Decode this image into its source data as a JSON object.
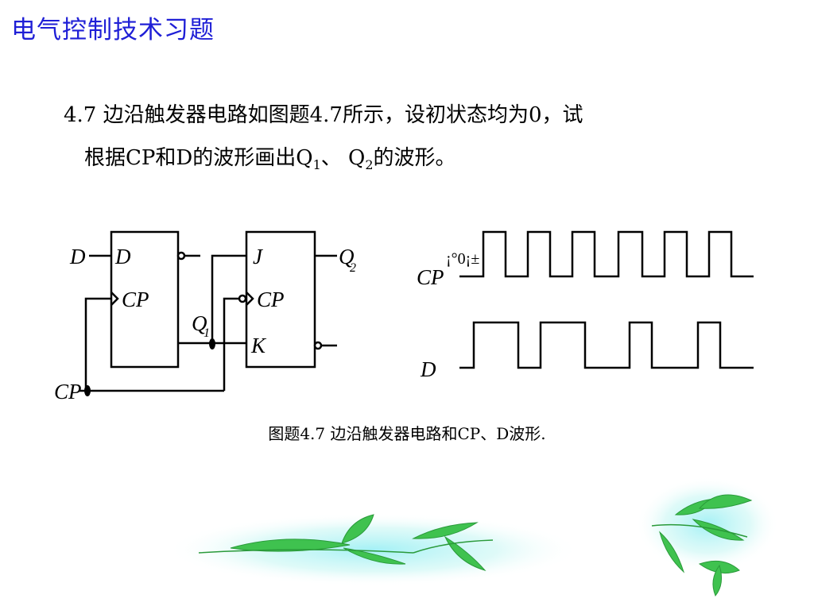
{
  "header": {
    "title": "电气控制技术习题"
  },
  "problem": {
    "line1": "4.7  边沿触发器电路如图题4.7所示，设初状态均为0，试",
    "line2_a": "根据CP和D的波形画出Q",
    "line2_sub1": "1",
    "line2_b": "、 Q",
    "line2_sub2": "2",
    "line2_c": "的波形。"
  },
  "circuit": {
    "ff1": {
      "in_d": "D",
      "in_cp": "CP",
      "ext_d": "D",
      "ext_cp": "CP",
      "q_label": "Q",
      "q_sub": "1"
    },
    "ff2": {
      "in_j": "J",
      "in_cp": "CP",
      "in_k": "K",
      "q_label": "Q",
      "q_sub": "2"
    }
  },
  "waveforms": {
    "cp_label": "CP",
    "cp_glitch_text": "¡°0¡±",
    "d_label": "D"
  },
  "caption": "图题4.7   边沿触发器电路和CP、D波形.",
  "colors": {
    "title": "#1f1fd6",
    "lines": "#000000",
    "leaf_green": "#3fc24f",
    "leaf_glow": "#7fe6f0"
  }
}
